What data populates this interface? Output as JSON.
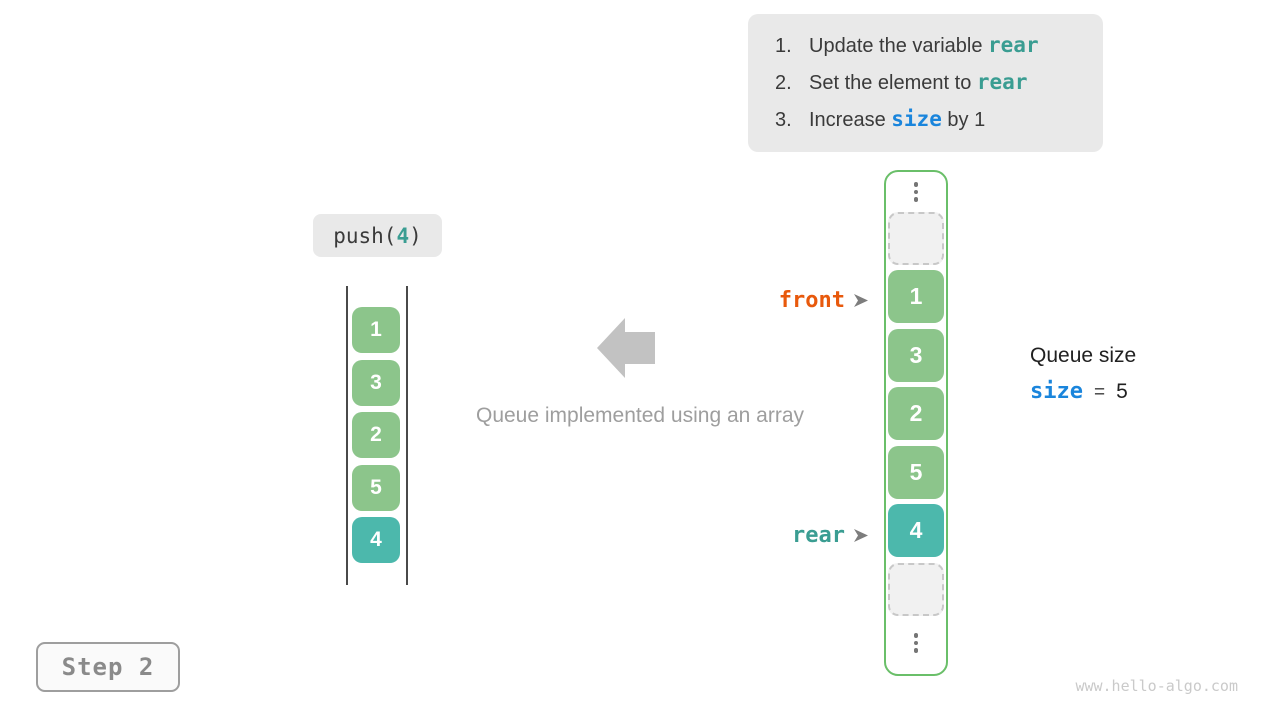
{
  "colors": {
    "green": "#8cc58b",
    "teal": "#4cb8ac",
    "teal_text": "#3a9d92",
    "blue_text": "#1a85dc",
    "orange_text": "#e8590c",
    "container_border": "#6abf69",
    "box_bg": "#e9e9e9"
  },
  "instructions": {
    "items": [
      {
        "number": "1.",
        "pre": "Update the variable ",
        "code": "rear",
        "code_class": "teal-code",
        "post": ""
      },
      {
        "number": "2.",
        "pre": "Set the element to ",
        "code": "rear",
        "code_class": "teal-code",
        "post": ""
      },
      {
        "number": "3.",
        "pre": "Increase ",
        "code": "size",
        "code_class": "blue-code",
        "post": " by 1"
      }
    ]
  },
  "operation": {
    "prefix": "push(",
    "argument": "4",
    "suffix": ")"
  },
  "left_queue": {
    "cells": [
      {
        "value": "1",
        "variant": "green"
      },
      {
        "value": "3",
        "variant": "green"
      },
      {
        "value": "2",
        "variant": "green"
      },
      {
        "value": "5",
        "variant": "green"
      },
      {
        "value": "4",
        "variant": "teal"
      }
    ]
  },
  "caption": "Queue implemented using an array",
  "array_view": {
    "cells": [
      {
        "type": "ellipsis",
        "position": "top"
      },
      {
        "type": "empty"
      },
      {
        "type": "value",
        "value": "1",
        "variant": "green",
        "pointer": "front"
      },
      {
        "type": "value",
        "value": "3",
        "variant": "green"
      },
      {
        "type": "value",
        "value": "2",
        "variant": "green"
      },
      {
        "type": "value",
        "value": "5",
        "variant": "green"
      },
      {
        "type": "value",
        "value": "4",
        "variant": "teal",
        "pointer": "rear"
      },
      {
        "type": "empty"
      },
      {
        "type": "ellipsis",
        "position": "bottom"
      }
    ]
  },
  "pointers": {
    "front": {
      "label": "front"
    },
    "rear": {
      "label": "rear"
    }
  },
  "queue_size": {
    "title": "Queue size",
    "variable": "size",
    "equals": "=",
    "value": "5"
  },
  "step_label": "Step 2",
  "watermark": "www.hello-algo.com"
}
